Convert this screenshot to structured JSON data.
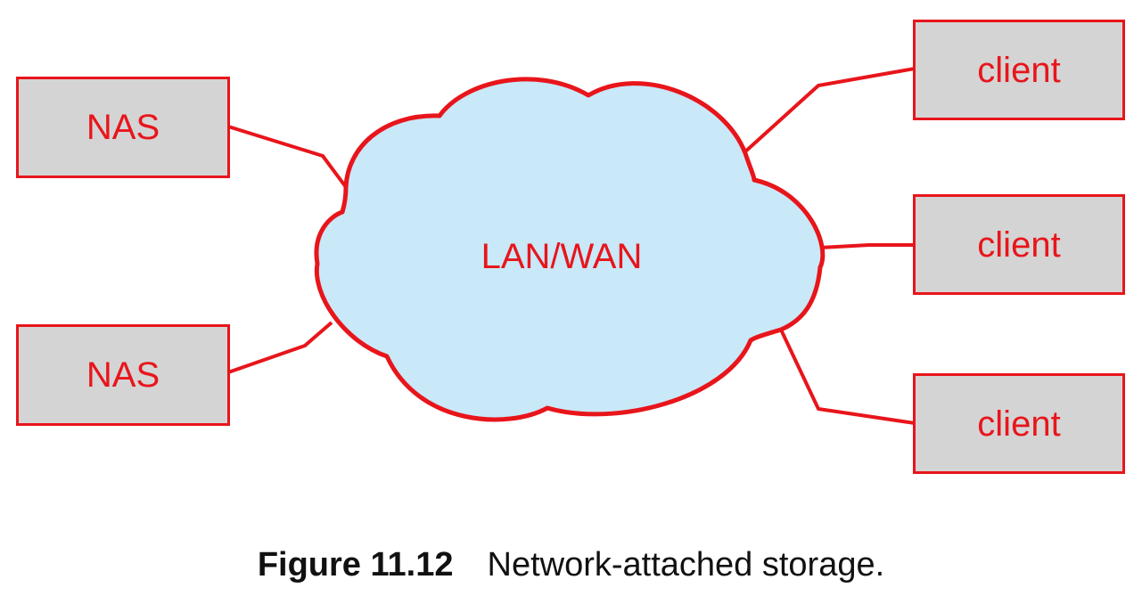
{
  "diagram": {
    "cloud_label": "LAN/WAN",
    "nas_nodes": [
      {
        "label": "NAS"
      },
      {
        "label": "NAS"
      }
    ],
    "client_nodes": [
      {
        "label": "client"
      },
      {
        "label": "client"
      },
      {
        "label": "client"
      }
    ],
    "colors": {
      "accent": "#e8151b",
      "cloud_fill": "#c9e8f8",
      "box_fill": "#d4d4d4"
    }
  },
  "caption": {
    "number": "Figure 11.12",
    "text": "Network-attached storage."
  }
}
